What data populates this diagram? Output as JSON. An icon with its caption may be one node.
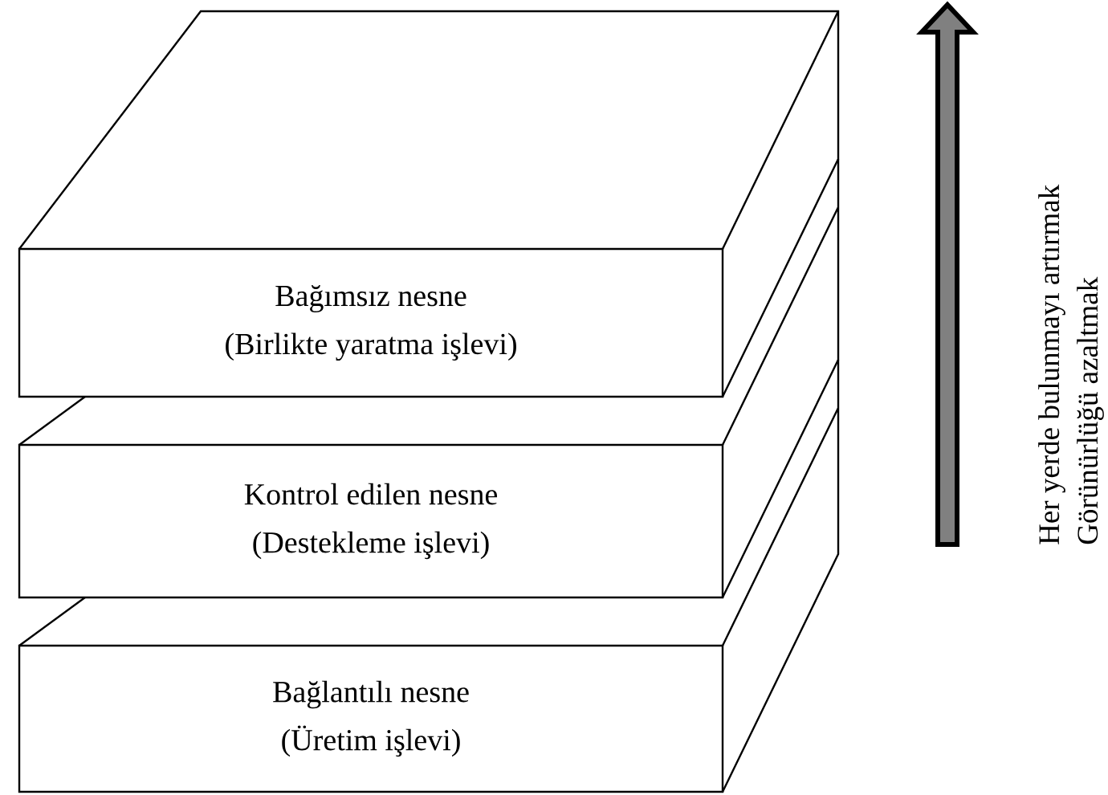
{
  "diagram": {
    "nodes": [
      {
        "text": [
          "Bağımsız nesne",
          "(Birlikte yaratma işlevi)"
        ]
      },
      {
        "text": [
          "Kontrol edilen nesne",
          "(Destekleme işlevi)"
        ]
      },
      {
        "text": [
          "Bağlantılı nesne",
          "(Üretim işlevi)"
        ]
      }
    ],
    "labels": [
      "Her yerde bulunmayı artırmak",
      "Görünürlüğü azaltmak"
    ]
  }
}
